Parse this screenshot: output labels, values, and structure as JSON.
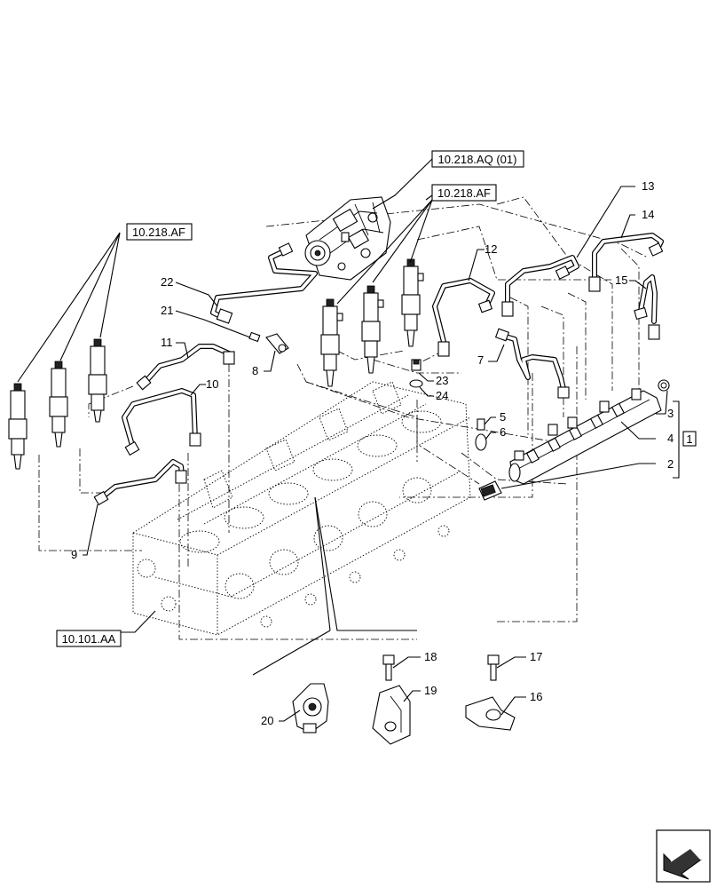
{
  "references": {
    "pump_ref": "10.218.AQ (01)",
    "injector_ref_right": "10.218.AF",
    "injector_ref_left": "10.218.AF",
    "engine_block_ref": "10.101.AA"
  },
  "callouts": {
    "c1": "1",
    "c2": "2",
    "c3": "3",
    "c4": "4",
    "c5": "5",
    "c6": "6",
    "c7": "7",
    "c8": "8",
    "c9": "9",
    "c10": "10",
    "c11": "11",
    "c12": "12",
    "c13": "13",
    "c14": "14",
    "c15": "15",
    "c16": "16",
    "c17": "17",
    "c18": "18",
    "c19": "19",
    "c20": "20",
    "c21": "21",
    "c22": "22",
    "c23": "23",
    "c24": "24"
  },
  "icons": {
    "nav": "next-page-arrow-icon"
  }
}
